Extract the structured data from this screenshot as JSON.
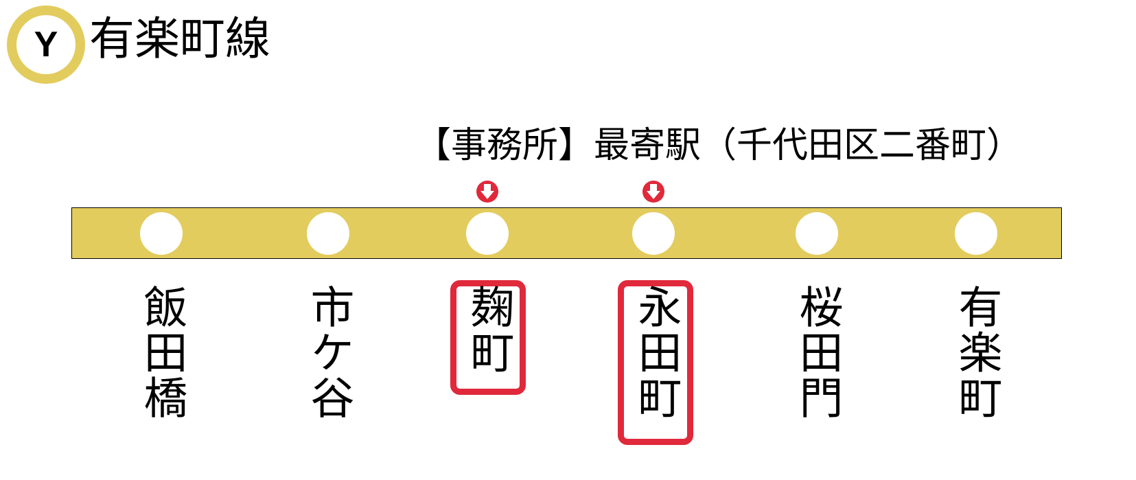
{
  "line": {
    "badge_letter": "Y",
    "name": "有楽町線",
    "color": "#e3cc5e"
  },
  "note": "【事務所】最寄駅（千代田区二番町）",
  "marker_color": "#e0293b",
  "stations": [
    {
      "name": "飯田橋",
      "highlighted": false,
      "nearest": false
    },
    {
      "name": "市ケ谷",
      "highlighted": false,
      "nearest": false
    },
    {
      "name": "麹町",
      "highlighted": true,
      "nearest": true
    },
    {
      "name": "永田町",
      "highlighted": true,
      "nearest": true
    },
    {
      "name": "桜田門",
      "highlighted": false,
      "nearest": false
    },
    {
      "name": "有楽町",
      "highlighted": false,
      "nearest": false
    }
  ]
}
